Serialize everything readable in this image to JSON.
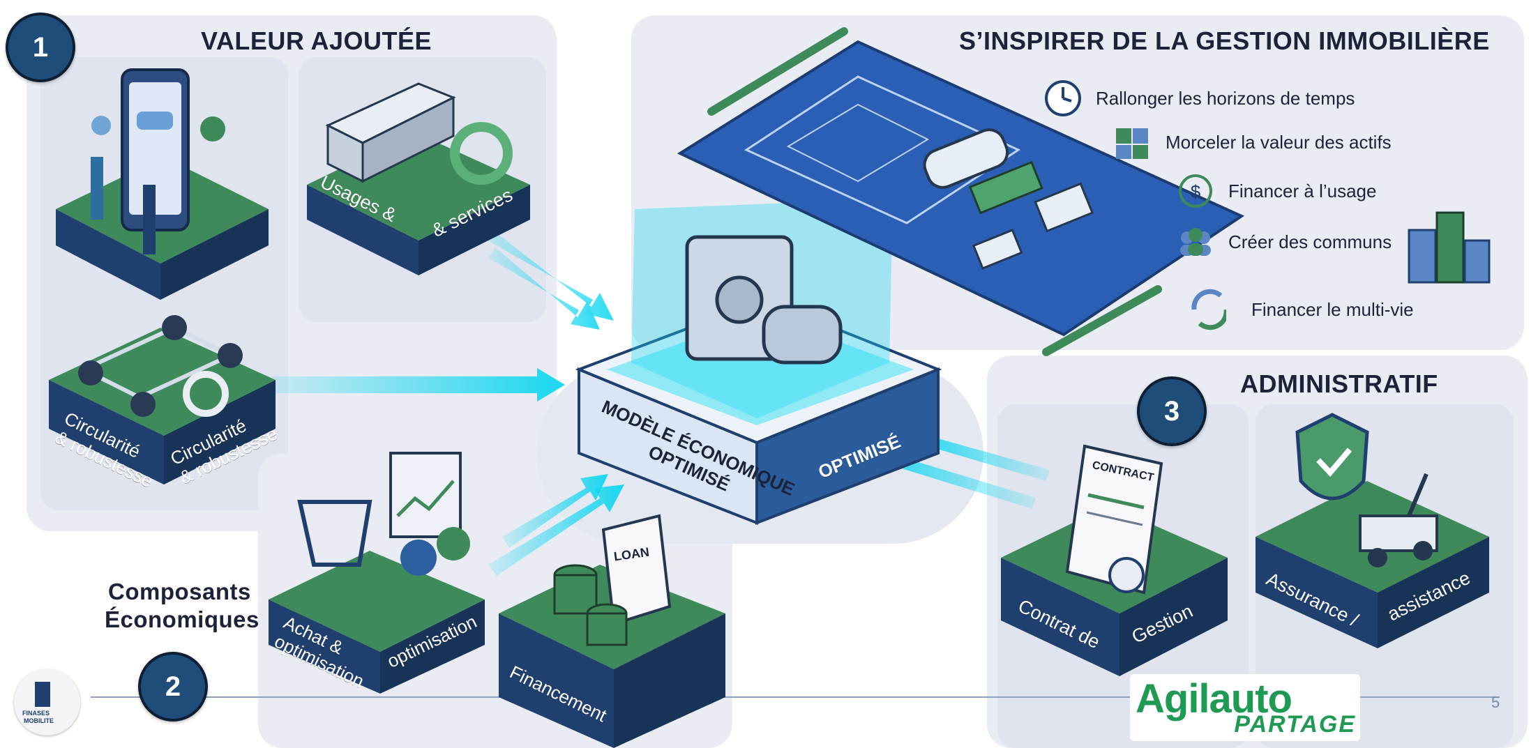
{
  "sections": {
    "valeur": {
      "number": "1",
      "title": "VALEUR AJOUTÉE"
    },
    "composants": {
      "number": "2",
      "title_line1": "Composants",
      "title_line2": "Économiques"
    },
    "administratif": {
      "number": "3",
      "title": "ADMINISTRATIF"
    },
    "immobiliere": {
      "title": "S’INSPIRER DE LA GESTION IMMOBILIÈRE"
    }
  },
  "tiles": {
    "usages": {
      "left": "Usages &",
      "right": "& services"
    },
    "circularite": {
      "left": "Circularité\n& robustesse",
      "right": "Circularité\n& robustesse"
    },
    "achat": {
      "left": "Achat &\noptimisation",
      "right": "optimisation"
    },
    "financement": {
      "left": "Financement"
    },
    "contrat": {
      "left": "Contrat de",
      "right": "Gestion"
    },
    "assurance": {
      "left": "Assurance /",
      "right": "assistance"
    }
  },
  "center": {
    "left_label": "MODÈLE ÉCONOMIQUE\nOPTIMISÉ",
    "right_label": "OPTIMISÉ"
  },
  "immobiliere_items": [
    {
      "icon": "clock-icon",
      "label": "Rallonger les horizons de temps"
    },
    {
      "icon": "puzzle-icon",
      "label": "Morceler la valeur des actifs"
    },
    {
      "icon": "dollar-cycle-icon",
      "label": "Financer à l’usage"
    },
    {
      "icon": "people-icon",
      "label": "Créer des communs"
    },
    {
      "icon": "recycle-icon",
      "label": "Financer le multi-vie"
    }
  ],
  "illustration_text": {
    "contract": "CONTRACT",
    "loan": "LOAN"
  },
  "logos": {
    "finances_line1": "FINASES",
    "finances_line2": "MOBILITE",
    "agilauto_main": "Agilauto",
    "agilauto_sub": "PARTAGE"
  },
  "page_number": "5",
  "colors": {
    "navy": "#1f3f6e",
    "green": "#3f8a5a",
    "cyan": "#19d7f0",
    "panel": "#e9ecf3",
    "blueprint": "#2a5fb5"
  }
}
